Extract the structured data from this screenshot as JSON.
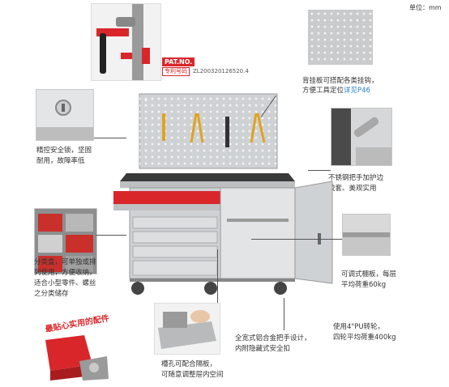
{
  "unit": "单位：mm",
  "patent": {
    "badge": "PAT.NO.",
    "label": "专利号码",
    "number": "ZL200320126520.4"
  },
  "callouts": {
    "pegboard": {
      "line1": "背挂板可搭配各类挂钩，",
      "line2a": "方便工具定位",
      "line2_link": "详见P46"
    },
    "lock": {
      "line1": "精控安全锁，坚固",
      "line2": "耐用，故障率低"
    },
    "handle": {
      "line1": "不锈钢把手加护边",
      "line2": "胶套、美观实用"
    },
    "divider_box": {
      "line1": "分类盒，可单独或排",
      "line2": "列使用，方便收纳，",
      "line3": "适合小型零件、螺丝",
      "line4": "之分类储存"
    },
    "shelf": {
      "line1": "可调式棚板，每层",
      "line2": "平均荷重60kg"
    },
    "caster": {
      "line1": "使用4\"PU转轮，",
      "line2": "四轮平均荷重400kg"
    },
    "drawer_handle": {
      "line1": "全宽式铝合金把手设计，",
      "line2": "内附隐藏式安全扣"
    },
    "groove": {
      "line1": "槽孔可配合隔板，",
      "line2": "可随意调整屉内空间"
    }
  },
  "accessory_banner": "最贴心实用的配件",
  "colors": {
    "accent_blue": "#2a7fc9",
    "accessory_red": "#d9262b",
    "cabinet_gray": "#cfd2d4"
  }
}
